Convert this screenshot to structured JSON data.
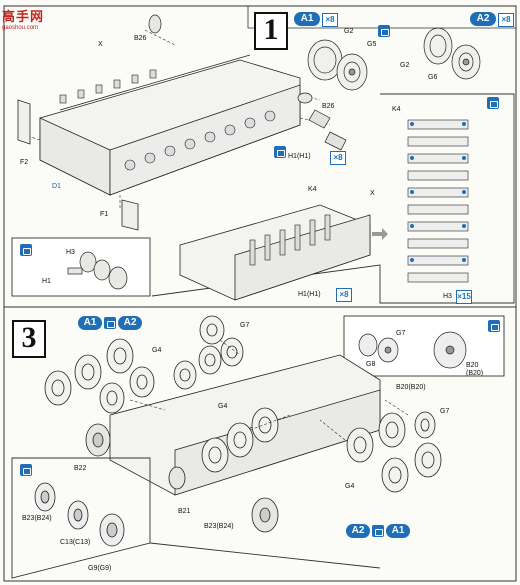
{
  "watermark": {
    "main": "高手网",
    "sub": "gaoshou.com"
  },
  "steps": {
    "s1": "1",
    "s3": "3"
  },
  "badges": {
    "a1": "A1",
    "a2": "A2"
  },
  "multipliers": {
    "x8": "×8",
    "x15": "×15"
  },
  "labels": {
    "x": "X",
    "b26": "B26",
    "f1": "F1",
    "f2": "F2",
    "d1": "D1",
    "g2": "G2",
    "g5": "G5",
    "g6": "G6",
    "k4": "K4",
    "h1": "H1",
    "h3": "H3",
    "h1h1": "H1(H1)",
    "g4": "G4",
    "g7": "G7",
    "g8": "G8",
    "b20": "B20",
    "b20alt": "(B20)",
    "b20b20": "B20(B20)",
    "b21": "B21",
    "b22": "B22",
    "b23b24": "B23(B24)",
    "c13": "C13(C13)",
    "g9": "G9(G9)"
  }
}
